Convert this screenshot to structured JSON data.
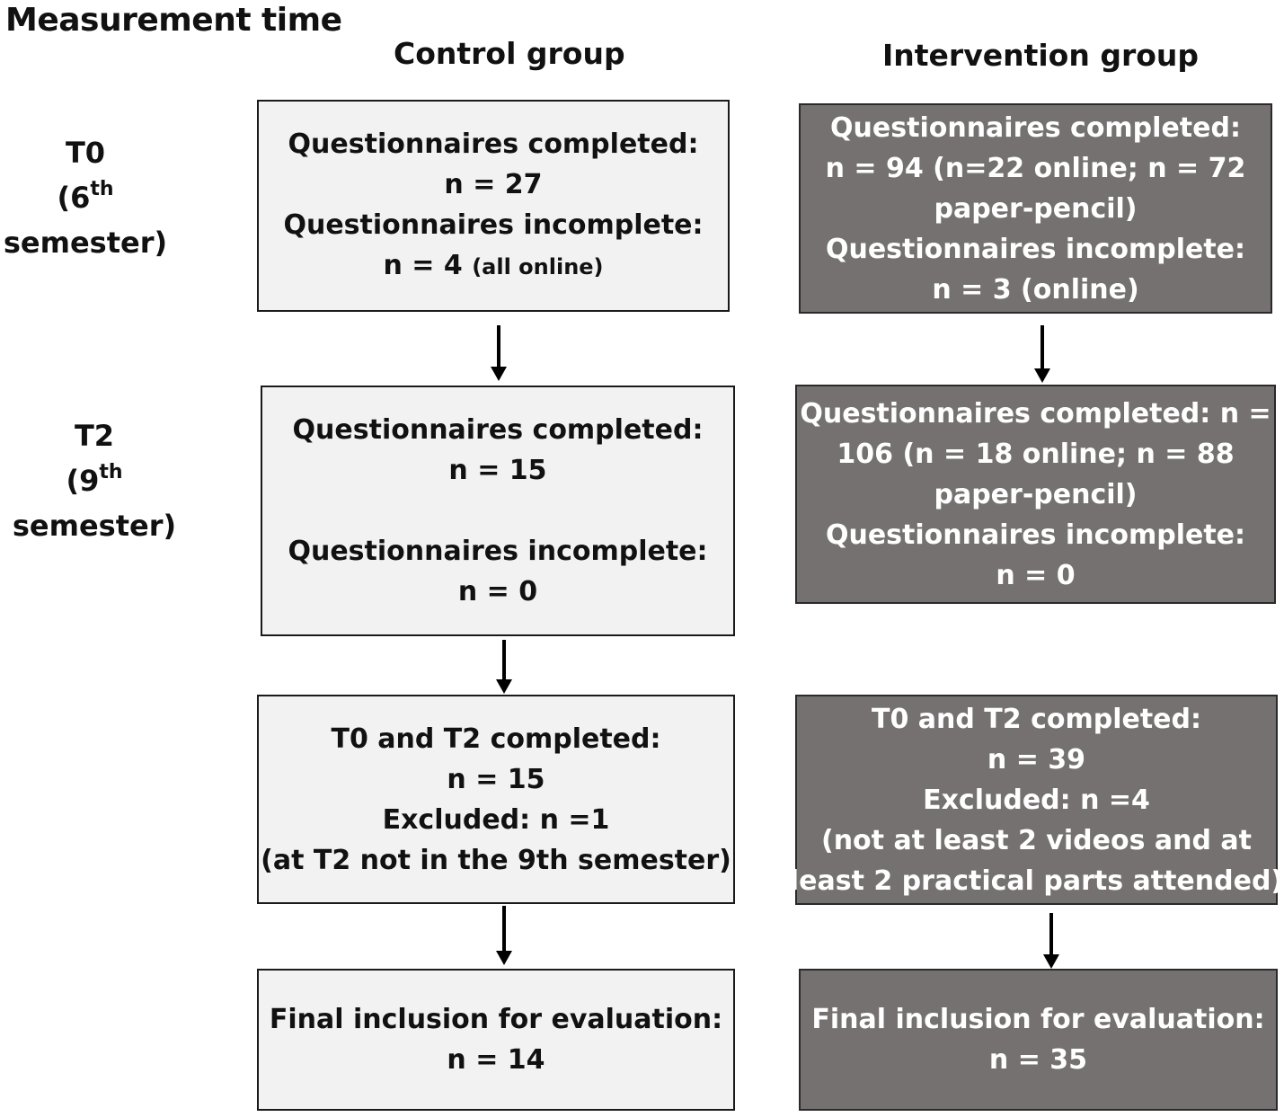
{
  "heading": "Measurement time",
  "columns": {
    "control": "Control group",
    "intervention": "Intervention group"
  },
  "time_points": [
    {
      "label": "T0",
      "open": "(6",
      "sup": "th",
      "close": "semester)"
    },
    {
      "label": "T2",
      "open": "(9",
      "sup": "th",
      "close": "semester)"
    }
  ],
  "control": {
    "t0": {
      "completed_label": "Questionnaires completed:",
      "completed_n": "n = 27",
      "incomplete_label": "Questionnaires incomplete:",
      "incomplete_n": "n = 4",
      "incomplete_note": "(all online)"
    },
    "t2": {
      "completed_label": "Questionnaires completed:",
      "completed_n": "n = 15",
      "incomplete_label": "Questionnaires incomplete:",
      "incomplete_n": "n = 0"
    },
    "both": {
      "completed_label": "T0 and T2 completed:",
      "completed_n": "n = 15",
      "excluded": "Excluded: n =1",
      "excluded_reason": "(at T2 not in the 9th semester)"
    },
    "final": {
      "label": "Final inclusion for evaluation:",
      "n": "n = 14"
    }
  },
  "intervention": {
    "t0": {
      "completed_label": "Questionnaires completed:",
      "completed_n_1": "n = 94 (n=22 online; n = 72",
      "completed_n_2": "paper-pencil)",
      "incomplete_label": "Questionnaires incomplete:",
      "incomplete_n": "n = 3 (online)"
    },
    "t2": {
      "completed_1": "Questionnaires completed: n =",
      "completed_2": "106 (n = 18 online; n = 88",
      "completed_3": "paper-pencil)",
      "incomplete_label": "Questionnaires incomplete:",
      "incomplete_n": "n = 0"
    },
    "both": {
      "completed_label": "T0 and T2 completed:",
      "completed_n": "n = 39",
      "excluded": "Excluded: n =4",
      "excluded_reason_1": "(not at least 2 videos and at",
      "excluded_reason_2": "least 2 practical parts attended)"
    },
    "final": {
      "label": "Final inclusion for evaluation:",
      "n": "n = 35"
    }
  },
  "colors": {
    "control_fill": "#f2f2f2",
    "intervention_fill": "#767171",
    "border": "#1a1a1a",
    "arrow": "#000000"
  }
}
